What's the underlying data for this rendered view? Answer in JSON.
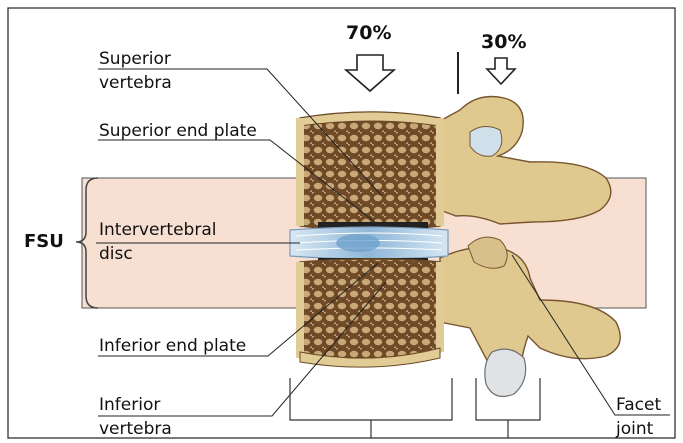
{
  "labels": {
    "superior_vertebra": [
      "Superior",
      "vertebra"
    ],
    "superior_end_plate": "Superior end plate",
    "intervertebral_disc": [
      "Intervertebral",
      "disc"
    ],
    "inferior_end_plate": "Inferior end plate",
    "inferior_vertebra": [
      "Inferior",
      "vertebra"
    ],
    "facet_joint": [
      "Facet",
      "joint"
    ],
    "fsu": "FSU"
  },
  "load_split": {
    "anterior": "70%",
    "posterior": "30%"
  },
  "colors": {
    "fsu_band": "#f7e0d2",
    "bone": "#dcc48e",
    "bone_dark": "#7a5630",
    "disc": "#a9c9e4",
    "frame": "#222222"
  }
}
